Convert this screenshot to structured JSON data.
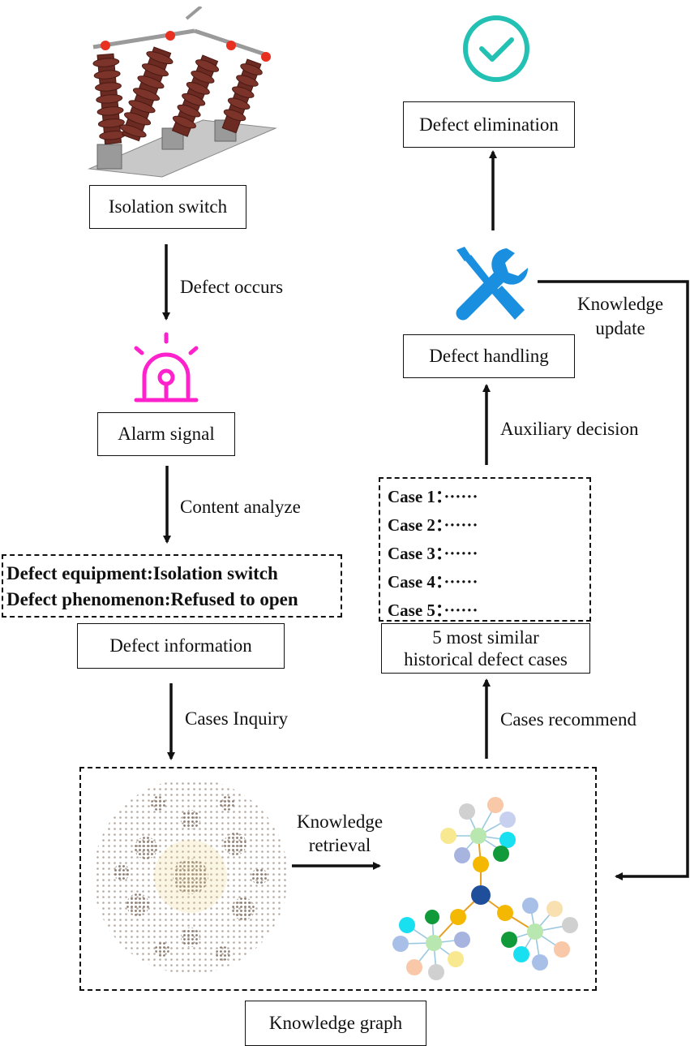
{
  "nodes": {
    "isolation_switch": "Isolation switch",
    "alarm_signal": "Alarm signal",
    "defect_information": "Defect information",
    "knowledge_graph": "Knowledge graph",
    "similar_cases_line1": "5 most similar",
    "similar_cases_line2": "historical defect cases",
    "defect_handling": "Defect handling",
    "defect_elimination": "Defect elimination"
  },
  "edges": {
    "defect_occurs": "Defect occurs",
    "content_analyze": "Content analyze",
    "cases_inquiry": "Cases Inquiry",
    "knowledge_retrieval_line1": "Knowledge",
    "knowledge_retrieval_line2": "retrieval",
    "cases_recommend": "Cases recommend",
    "auxiliary_decision": "Auxiliary decision",
    "knowledge_update_line1": "Knowledge",
    "knowledge_update_line2": "update"
  },
  "defect_details": {
    "equipment": "Defect equipment:Isolation switch",
    "phenomenon": "Defect phenomenon:Refused to open"
  },
  "cases": [
    {
      "label": "Case 1：",
      "value": "······"
    },
    {
      "label": "Case 2：",
      "value": "······"
    },
    {
      "label": "Case 3：",
      "value": "······"
    },
    {
      "label": "Case 4：",
      "value": "······"
    },
    {
      "label": "Case 5：",
      "value": "······"
    }
  ],
  "colors": {
    "alarm": "#ff22cc",
    "check": "#22c1b3",
    "tools": "#1a8fe0",
    "insulator": "#6b2a22",
    "graph_center": "#1f4e9a",
    "graph_orange": "#f5b800",
    "graph_green": "#109a3a",
    "graph_cyan": "#18e0f0"
  },
  "icons": [
    "isolation-switch-image",
    "alarm-icon",
    "wrench-screwdriver-icon",
    "check-circle-icon",
    "knowledge-graph-cloud",
    "knowledge-graph-cluster"
  ]
}
